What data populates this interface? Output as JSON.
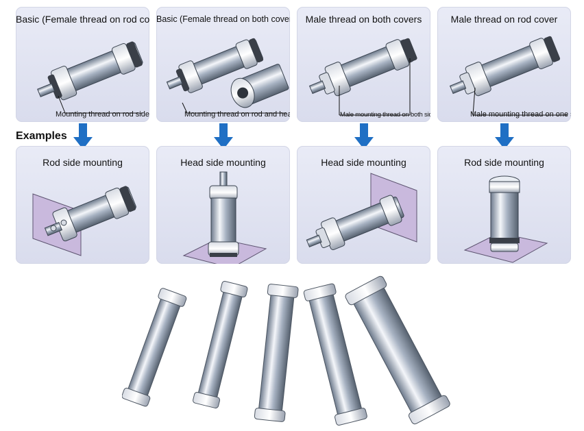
{
  "examples_label": "Examples",
  "top_panels": [
    {
      "title": "Basic (Female thread on rod cover)",
      "callout": "Mounting thread on rod side"
    },
    {
      "title": "Basic (Female thread on both covers)",
      "callout": "Mounting thread on rod and head sides"
    },
    {
      "title": "Male thread on both covers",
      "callout": "Male mounting thread on both sides"
    },
    {
      "title": "Male thread on rod cover",
      "callout": "Male mounting thread on one side"
    }
  ],
  "bottom_panels": [
    {
      "title": "Rod side mounting"
    },
    {
      "title": "Head side mounting"
    },
    {
      "title": "Head side mounting"
    },
    {
      "title": "Rod side mounting"
    }
  ],
  "colors": {
    "arrow": "#1f6fc4",
    "panel": "#e3e6f3",
    "plate": "#c9b9dd",
    "cylinder": "#9aa6b8"
  },
  "icons": [
    "down-arrow-icon"
  ]
}
